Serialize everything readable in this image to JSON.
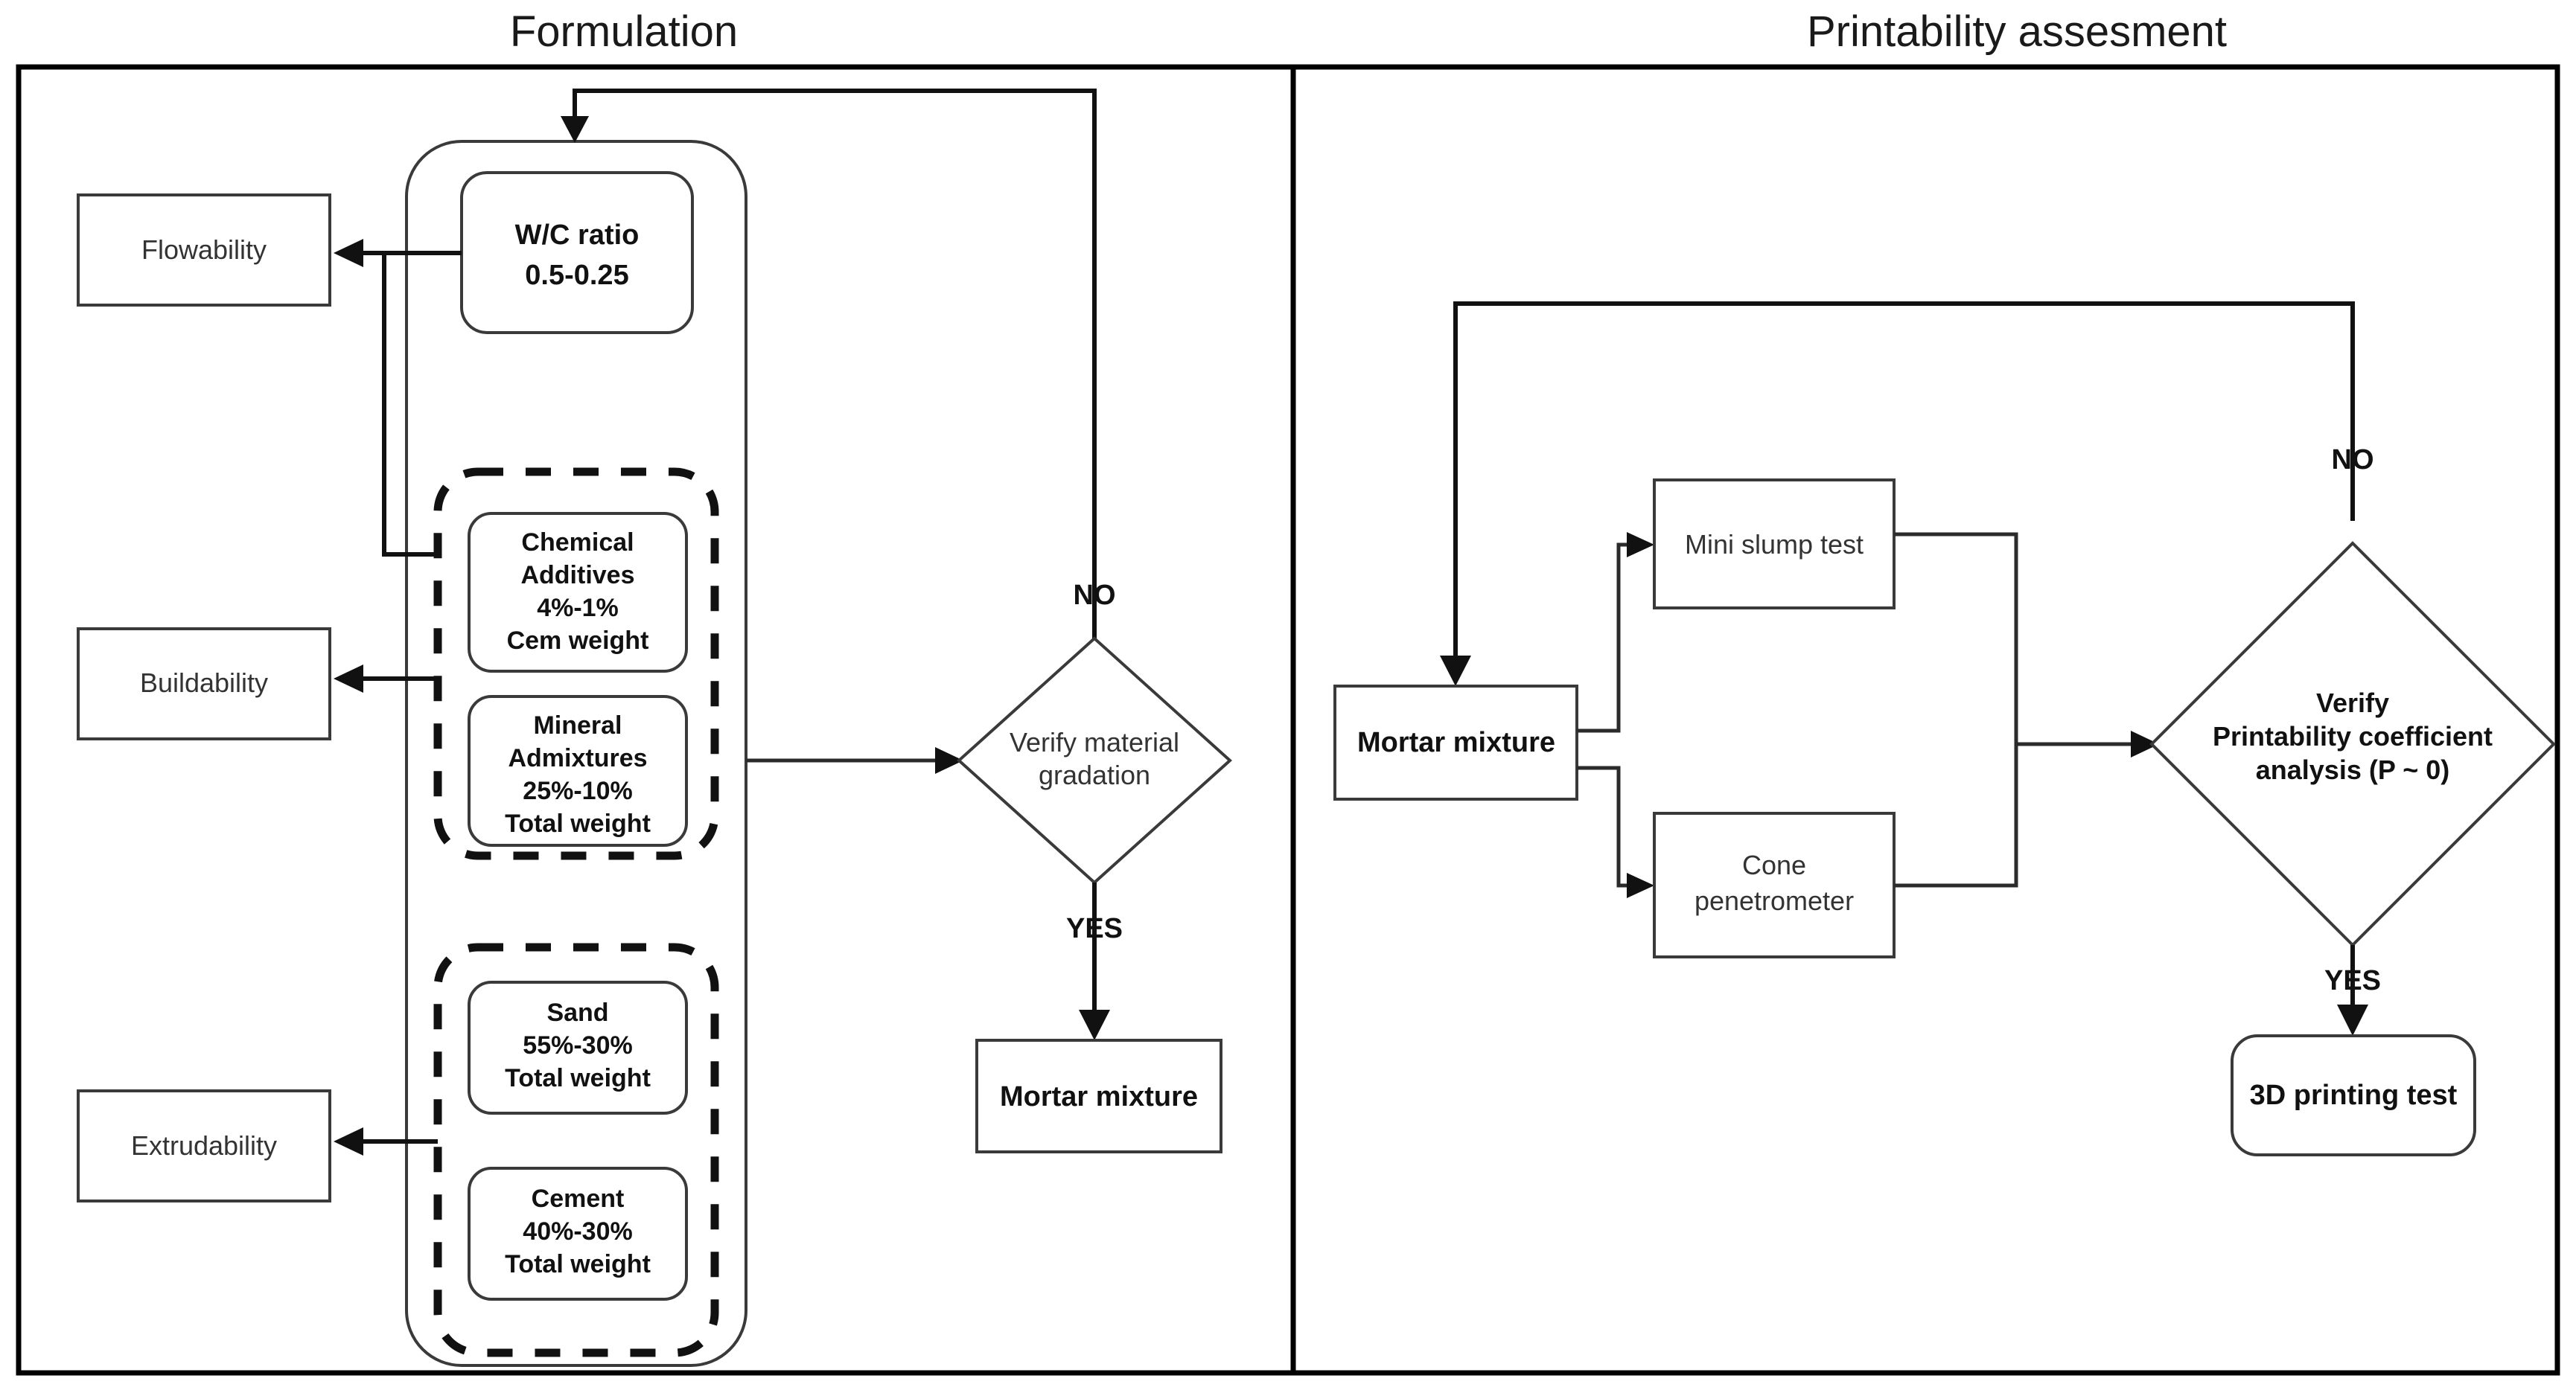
{
  "figure": {
    "type": "flowchart",
    "panels": [
      {
        "id": "formulation",
        "title": "Formulation",
        "nodes": [
          {
            "id": "flowability",
            "label": "Flowability",
            "shape": "rect"
          },
          {
            "id": "buildability",
            "label": "Buildability",
            "shape": "rect"
          },
          {
            "id": "extrudability",
            "label": "Extrudability",
            "shape": "rect"
          },
          {
            "id": "wc_ratio",
            "shape": "rounded",
            "lines": [
              "W/C ratio",
              "0.5-0.25"
            ]
          },
          {
            "id": "chemical_additives",
            "shape": "rounded",
            "lines": [
              "Chemical",
              "Additives",
              "4%-1%",
              "Cem weight"
            ]
          },
          {
            "id": "mineral_admixtures",
            "shape": "rounded",
            "lines": [
              "Mineral",
              "Admixtures",
              "25%-10%",
              "Total weight"
            ]
          },
          {
            "id": "sand",
            "shape": "rounded",
            "lines": [
              "Sand",
              "55%-30%",
              "Total weight"
            ]
          },
          {
            "id": "cement",
            "shape": "rounded",
            "lines": [
              "Cement",
              "40%-30%",
              "Total weight"
            ]
          },
          {
            "id": "verify_gradation",
            "shape": "diamond",
            "lines": [
              "Verify material",
              "gradation"
            ]
          },
          {
            "id": "mortar_mixture_out",
            "shape": "rect",
            "label": "Mortar mixture"
          }
        ],
        "edge_labels": {
          "no": "NO",
          "yes": "YES"
        }
      },
      {
        "id": "printability",
        "title": "Printability assesment",
        "nodes": [
          {
            "id": "mortar_mixture_in",
            "shape": "rect",
            "label": "Mortar mixture"
          },
          {
            "id": "mini_slump_test",
            "shape": "rect",
            "label": "Mini slump test"
          },
          {
            "id": "cone_penetrometer",
            "shape": "rect",
            "lines": [
              "Cone",
              "penetrometer"
            ]
          },
          {
            "id": "verify_printability",
            "shape": "diamond",
            "lines": [
              "Verify",
              "Printability coefficient",
              "analysis (P ~ 0)"
            ]
          },
          {
            "id": "printing_test",
            "shape": "rounded",
            "label": "3D printing test"
          }
        ],
        "edge_labels": {
          "no": "NO",
          "yes": "YES"
        }
      }
    ]
  },
  "colors": {
    "frame": "#000000",
    "node_stroke": "#3a3a3a",
    "connector": "#111111",
    "dashed_group": "#111111",
    "text": "#111111",
    "background": "#ffffff"
  }
}
